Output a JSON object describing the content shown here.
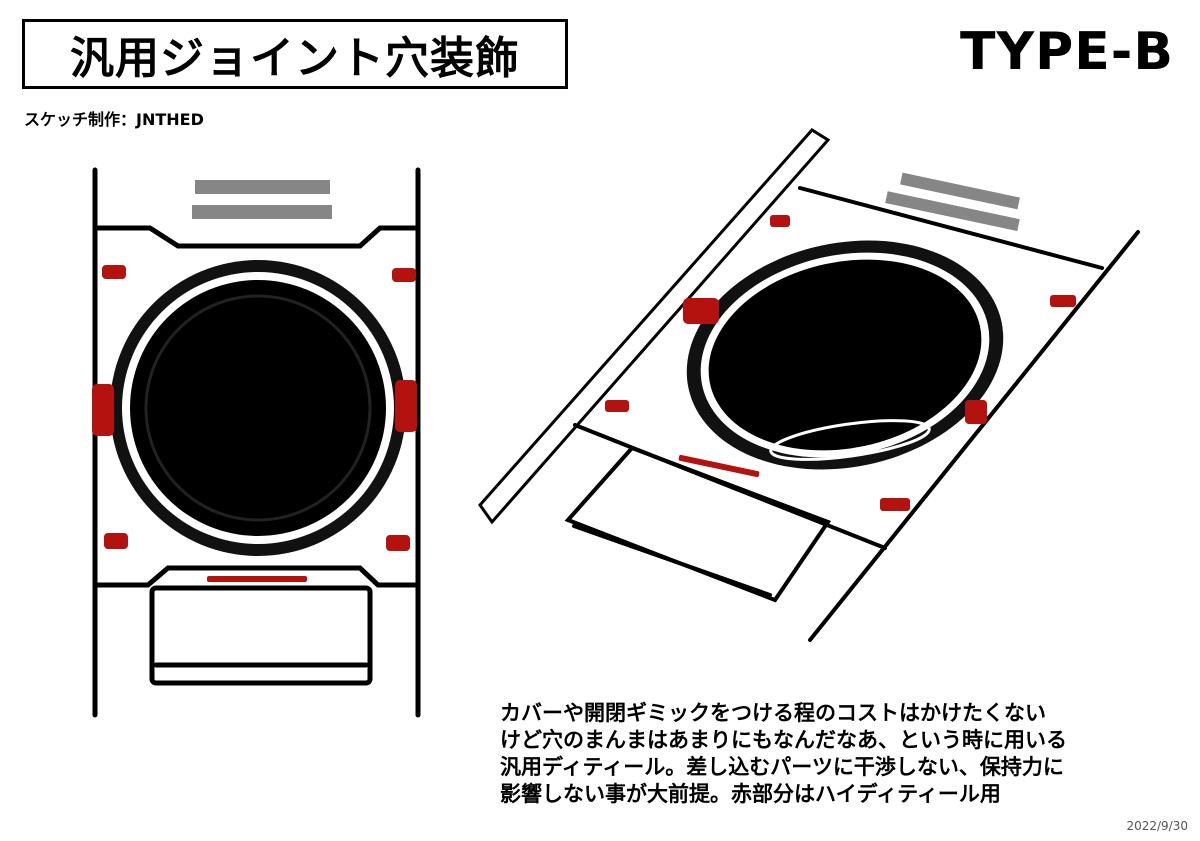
{
  "title": "汎用ジョイント穴装飾",
  "type_label": "TYPE-B",
  "credit": "スケッチ制作：JNTHED",
  "description_lines": [
    "カバーや開閉ギミックをつける程のコストはかけたくない",
    "けど穴のまんまはあまりにもなんだなあ、という時に用いる",
    "汎用ディティール。差し込むパーツに干渉しない、保持力に",
    "影響しない事が大前提。赤部分はハイディティール用"
  ],
  "date": "2022/9/30",
  "colors": {
    "accent_red": "#b3120f",
    "ink": "#000000"
  }
}
